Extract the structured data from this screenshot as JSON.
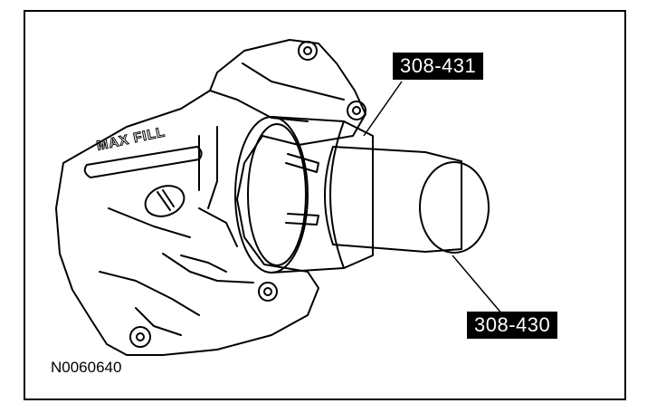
{
  "diagram": {
    "callouts": [
      {
        "id": "c1",
        "label": "308-431"
      },
      {
        "id": "c2",
        "label": "308-430"
      }
    ],
    "housing_marking": "MAX FILL",
    "figure_id": "N0060640",
    "colors": {
      "line": "#000000",
      "background": "#ffffff",
      "label_bg": "#000000",
      "label_text": "#ffffff"
    }
  }
}
